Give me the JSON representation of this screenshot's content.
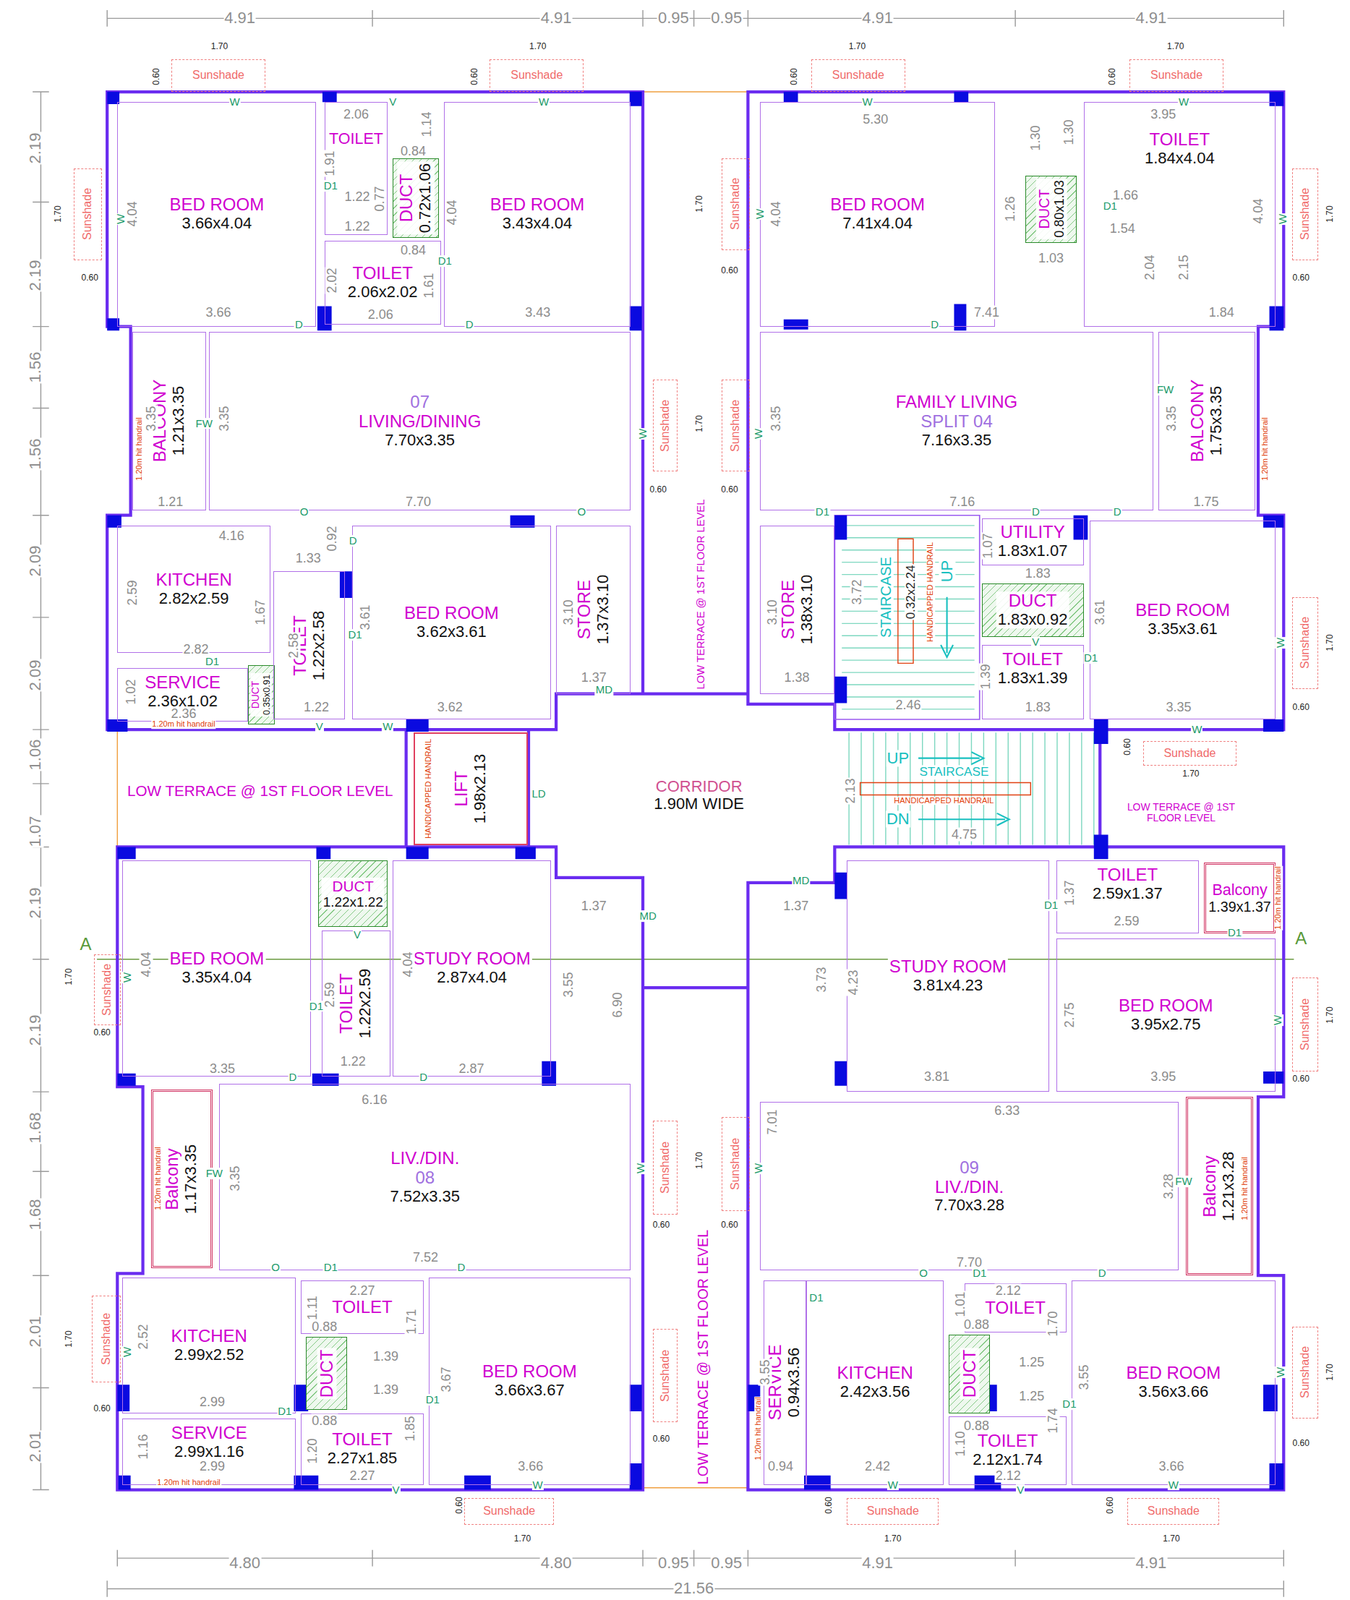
{
  "diagram": {
    "nodes": [
      {
        "text": [
          "BED ROOM",
          "3.66x4.04"
        ]
      },
      {
        "text": [
          "TOILET"
        ]
      },
      {
        "text": [
          "DUCT",
          "0.72x1.06"
        ]
      },
      {
        "text": [
          "TOILET",
          "2.06x2.02"
        ]
      },
      {
        "text": [
          "BED ROOM",
          "3.43x4.04"
        ]
      },
      {
        "text": [
          "BALCONY",
          "1.21x3.35"
        ]
      },
      {
        "text": [
          "07",
          "LIVING/DINING",
          "7.70x3.35"
        ]
      },
      {
        "text": [
          "KITCHEN",
          "2.82x2.59"
        ]
      },
      {
        "text": [
          "SERVICE",
          "2.36x1.02"
        ]
      },
      {
        "text": [
          "DUCT",
          "0.35x0.91"
        ]
      },
      {
        "text": [
          "TOILET",
          "1.22x2.58"
        ]
      },
      {
        "text": [
          "BED ROOM",
          "3.62x3.61"
        ]
      },
      {
        "text": [
          "STORE",
          "1.37x3.10"
        ]
      },
      {
        "text": [
          "LOW TERRACE @ 1ST FLOOR LEVEL"
        ]
      },
      {
        "text": [
          "LIFT",
          "1.98x2.13"
        ]
      },
      {
        "text": [
          "CORRIDOR",
          "1.90M WIDE"
        ]
      },
      {
        "text": [
          "LOW TERRACE @ 1ST FLOOR LEVEL"
        ]
      },
      {
        "text": [
          "LOW TERRACE @ 1ST FLOOR LEVEL"
        ]
      },
      {
        "text": [
          "BED ROOM",
          "7.41x4.04"
        ]
      },
      {
        "text": [
          "DUCT",
          "0.80x1.03"
        ]
      },
      {
        "text": [
          "TOILET",
          "1.84x4.04"
        ]
      },
      {
        "text": [
          "FAMILY LIVING",
          "SPLIT 04",
          "7.16x3.35"
        ]
      },
      {
        "text": [
          "BALCONY",
          "1.75x3.35"
        ]
      },
      {
        "text": [
          "STORE",
          "1.38x3.10"
        ]
      },
      {
        "text": [
          "STAIRCASE"
        ]
      },
      {
        "text": [
          "UTILITY",
          "1.83x1.07"
        ]
      },
      {
        "text": [
          "DUCT",
          "1.83x0.92"
        ]
      },
      {
        "text": [
          "TOILET",
          "1.83x1.39"
        ]
      },
      {
        "text": [
          "BED ROOM",
          "3.35x3.61"
        ]
      },
      {
        "text": [
          "STAIRCASE"
        ]
      },
      {
        "text": [
          "LOW TERRACE @ 1ST FLOOR LEVEL"
        ]
      },
      {
        "text": [
          "BED ROOM",
          "3.35x4.04"
        ]
      },
      {
        "text": [
          "DUCT",
          "1.22x1.22"
        ]
      },
      {
        "text": [
          "TOILET",
          "1.22x2.59"
        ]
      },
      {
        "text": [
          "STUDY ROOM",
          "2.87x4.04"
        ]
      },
      {
        "text": [
          "Balcony",
          "1.17x3.35"
        ]
      },
      {
        "text": [
          "LIV./DIN.",
          "08",
          "7.52x3.35"
        ]
      },
      {
        "text": [
          "KITCHEN",
          "2.99x2.52"
        ]
      },
      {
        "text": [
          "SERVICE",
          "2.99x1.16"
        ]
      },
      {
        "text": [
          "TOILET"
        ]
      },
      {
        "text": [
          "DUCT"
        ]
      },
      {
        "text": [
          "TOILET",
          "2.27x1.85"
        ]
      },
      {
        "text": [
          "BED ROOM",
          "3.66x3.67"
        ]
      },
      {
        "text": [
          "STUDY ROOM",
          "3.81x4.23"
        ]
      },
      {
        "text": [
          "TOILET",
          "2.59x1.37"
        ]
      },
      {
        "text": [
          "Balcony",
          "1.39x1.37"
        ]
      },
      {
        "text": [
          "BED ROOM",
          "3.95x2.75"
        ]
      },
      {
        "text": [
          "09",
          "LIV./DIN.",
          "7.70x3.28"
        ]
      },
      {
        "text": [
          "Balcony",
          "1.21x3.28"
        ]
      },
      {
        "text": [
          "SERVICE",
          "0.94x3.56"
        ]
      },
      {
        "text": [
          "KITCHEN",
          "2.42x3.56"
        ]
      },
      {
        "text": [
          "TOILET"
        ]
      },
      {
        "text": [
          "DUCT"
        ]
      },
      {
        "text": [
          "TOILET",
          "2.12x1.74"
        ]
      },
      {
        "text": [
          "BED ROOM",
          "3.56x3.66"
        ]
      },
      {
        "text": [
          "Sunshade"
        ]
      },
      {
        "text": [
          "Sunshade"
        ]
      },
      {
        "text": [
          "Sunshade"
        ]
      },
      {
        "text": [
          "Sunshade"
        ]
      },
      {
        "text": [
          "Sunshade"
        ]
      },
      {
        "text": [
          "Sunshade"
        ]
      },
      {
        "text": [
          "Sunshade"
        ]
      },
      {
        "text": [
          "Sunshade"
        ]
      },
      {
        "text": [
          "Sunshade"
        ]
      },
      {
        "text": [
          "Sunshade"
        ]
      },
      {
        "text": [
          "Sunshade"
        ]
      },
      {
        "text": [
          "Sunshade"
        ]
      },
      {
        "text": [
          "Sunshade"
        ]
      },
      {
        "text": [
          "Sunshade"
        ]
      },
      {
        "text": [
          "Sunshade"
        ]
      },
      {
        "text": [
          "Sunshade"
        ]
      },
      {
        "text": [
          "Sunshade"
        ]
      },
      {
        "text": [
          "Sunshade"
        ]
      },
      {
        "text": [
          "Sunshade"
        ]
      },
      {
        "text": [
          "Sunshade"
        ]
      },
      {
        "text": [
          "Sunshade"
        ]
      }
    ],
    "labels": [
      "4.91",
      "4.91",
      "0.95",
      "0.95",
      "4.91",
      "4.91",
      "4.80",
      "4.80",
      "0.95",
      "0.95",
      "4.91",
      "4.91",
      "21.56",
      "2.19",
      "2.19",
      "1.56",
      "1.56",
      "2.09",
      "2.09",
      "1.06",
      "1.07",
      "2.19",
      "2.19",
      "1.68",
      "1.68",
      "2.01",
      "2.01",
      "1.70",
      "1.70",
      "1.70",
      "1.70",
      "0.60",
      "0.60",
      "0.60",
      "0.60",
      "1.70",
      "0.60",
      "1.70",
      "0.60",
      "1.70",
      "0.60",
      "1.70",
      "0.60",
      "1.70",
      "0.60",
      "0.60",
      "1.70",
      "0.60",
      "0.60",
      "0.60",
      "1.70",
      "0.60",
      "1.70",
      "0.60",
      "1.70",
      "0.60",
      "1.70",
      "0.60",
      "0.60",
      "1.70",
      "0.60",
      "1.70",
      "0.60",
      "1.70",
      "0.60",
      "1.70",
      "3.66",
      "4.04",
      "2.06",
      "1.91",
      "1.22",
      "0.77",
      "0.84",
      "1.14",
      "1.22",
      "0.84",
      "2.02",
      "1.61",
      "2.06",
      "4.04",
      "3.43",
      "3.35",
      "1.21",
      "3.35",
      "7.70",
      "4.16",
      "1.33",
      "0.92",
      "2.59",
      "1.67",
      "2.82",
      "2.58",
      "3.61",
      "1.02",
      "2.36",
      "1.22",
      "3.62",
      "3.10",
      "1.37",
      "5.30",
      "1.30",
      "1.30",
      "3.95",
      "4.04",
      "1.26",
      "1.66",
      "1.54",
      "1.03",
      "2.04",
      "2.15",
      "4.04",
      "7.41",
      "1.84",
      "3.35",
      "7.16",
      "3.35",
      "1.75",
      "3.10",
      "1.38",
      "3.72",
      "2.46",
      "1.07",
      "1.83",
      "1.39",
      "1.83",
      "3.61",
      "3.35",
      "2.13",
      "4.75",
      "3.35",
      "4.04",
      "2.59",
      "1.22",
      "4.04",
      "2.87",
      "1.37",
      "3.55",
      "6.90",
      "6.16",
      "3.35",
      "7.52",
      "2.52",
      "2.99",
      "1.16",
      "2.99",
      "2.27",
      "1.11",
      "0.88",
      "1.71",
      "1.39",
      "1.39",
      "0.88",
      "1.85",
      "1.20",
      "2.27",
      "3.67",
      "3.66",
      "1.37",
      "3.73",
      "7.01",
      "4.23",
      "3.81",
      "1.37",
      "2.59",
      "2.75",
      "3.95",
      "6.33",
      "3.28",
      "7.70",
      "2.12",
      "1.01",
      "0.88",
      "1.70",
      "1.25",
      "1.25",
      "0.88",
      "1.74",
      "1.10",
      "2.12",
      "3.55",
      "3.55",
      "0.94",
      "2.42",
      "3.66",
      "W",
      "V",
      "W",
      "W",
      "D1",
      "D1",
      "D",
      "D",
      "FW",
      "O",
      "O",
      "D",
      "D1",
      "D1",
      "V",
      "W",
      "MD",
      "LD",
      "W",
      "W",
      "W",
      "W",
      "D1",
      "D",
      "FW",
      "D1",
      "D",
      "D",
      "V",
      "D1",
      "W",
      "W",
      "W",
      "W",
      "V",
      "D1",
      "D",
      "D",
      "MD",
      "W",
      "FW",
      "O",
      "D1",
      "D",
      "W",
      "D1",
      "D1",
      "V",
      "W",
      "W",
      "MD",
      "D1",
      "D1",
      "W",
      "W",
      "FW",
      "O",
      "D1",
      "D",
      "D1",
      "D1",
      "W",
      "V",
      "W",
      "W",
      "1.20m hit handrail",
      "1.20m hit handrail",
      "1.20m hit handrail",
      "1.20m hit handrail",
      "1.20m hit handrail",
      "1.20m hit handrail",
      "1.20m hit handrail",
      "1.20m hit handrail",
      "HANDICAPPED HANDRAIL",
      "HANDICAPPED HANDRAIL",
      "HANDICAPPED HANDRAIL",
      "UP",
      "0.32x2.24",
      "UP",
      "DN",
      "A",
      "A"
    ]
  }
}
